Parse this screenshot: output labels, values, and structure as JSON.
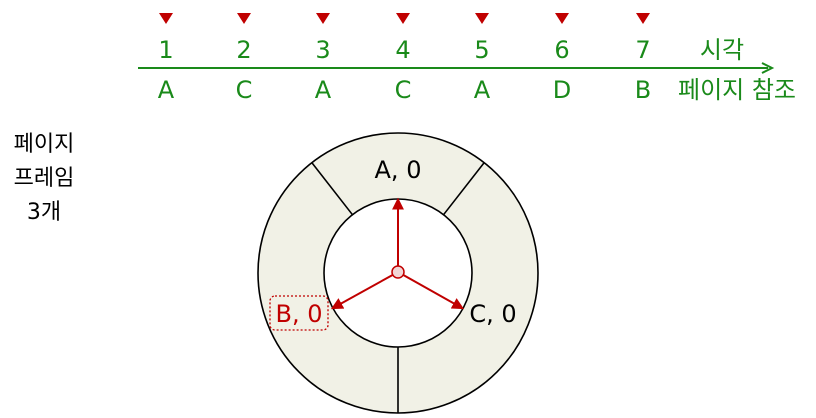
{
  "timeline": {
    "times": [
      "1",
      "2",
      "3",
      "4",
      "5",
      "6",
      "7"
    ],
    "pages": [
      "A",
      "C",
      "A",
      "C",
      "A",
      "D",
      "B"
    ],
    "time_label": "시각",
    "page_ref_label": "페이지 참조",
    "color": "#1a8a1a",
    "marker_color": "#c00000"
  },
  "frame_info": {
    "line1": "페이지",
    "line2": "프레임",
    "line3": "3개"
  },
  "clock": {
    "frames": [
      {
        "label": "A, 0",
        "highlighted": false
      },
      {
        "label": "B, 0",
        "highlighted": true
      },
      {
        "label": "C, 0",
        "highlighted": false
      }
    ],
    "ring_fill": "#f1f1e6",
    "pointer_color": "#c00000"
  }
}
